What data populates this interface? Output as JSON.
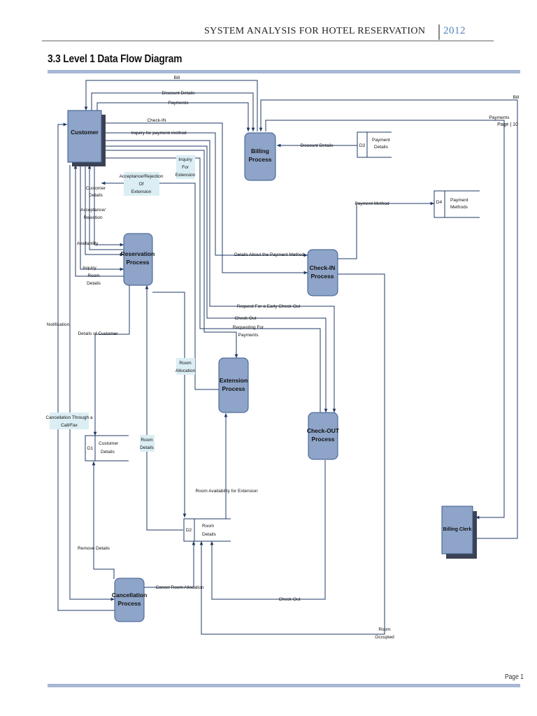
{
  "header": {
    "title": "SYSTEM ANALYSIS FOR HOTEL RESERVATION",
    "year": "2012"
  },
  "section_heading": "3.3 Level 1 Data Flow Diagram",
  "footer": {
    "page": "Page 1"
  },
  "overlap_text": "Page | 10",
  "entities": {
    "customer": "Customer",
    "billing_clerk": "Billing Clerk"
  },
  "processes": {
    "billing": [
      "Billing",
      "Process"
    ],
    "reservation": [
      "Reservation",
      "Process"
    ],
    "checkin": [
      "Check-IN",
      "Process"
    ],
    "extension": [
      "Extension",
      "Process"
    ],
    "checkout": [
      "Check-OUT",
      "Process"
    ],
    "cancellation": [
      "Cancellation",
      "Process"
    ]
  },
  "stores": {
    "d1": {
      "id": "D1",
      "name": [
        "Customer",
        "Details"
      ]
    },
    "d2": {
      "id": "D2",
      "name": [
        "Room",
        "Details"
      ]
    },
    "d3": {
      "id": "D3",
      "name": [
        "Payment",
        "Details"
      ]
    },
    "d4": {
      "id": "D4",
      "name": [
        "Payment",
        "Methods"
      ]
    }
  },
  "flows": {
    "bill_top": "Bill",
    "discount_details_top": "Discount Details",
    "payments_top": "Payments",
    "bill_right": "Bill",
    "payments_right": "Payments",
    "check_in": "Check-IN",
    "inquiry_payment_method": "Inquiry for payment method",
    "discount_details_store": "Discount Details",
    "inquiry_for_extension": [
      "Inquiry",
      "For",
      "Extension"
    ],
    "acceptance_rejection_extension": [
      "Acceptance/Rejection",
      "Of",
      "Extension"
    ],
    "customer_details": [
      "Customer",
      "Details"
    ],
    "acceptance_rejection": [
      "Acceptance/",
      "Rejection"
    ],
    "availability": "Availability",
    "inquiry": "Inquiry",
    "room_details_res": [
      "Room",
      "Details"
    ],
    "payment_method": "Payment Method",
    "details_payment_method": "Details About the Payment Method",
    "request_early_checkout": "Request For a Early Check-Out",
    "checkout_flow": "Check-Out",
    "requesting_payments": [
      "Requesting For",
      "Payments"
    ],
    "notification": "Notification",
    "details_of_customer": "Details of Customer",
    "room_allocation": [
      "Room",
      "Allocation"
    ],
    "cancellation_call_fax": [
      "Cancellation Through a",
      "Call/Fax"
    ],
    "room_details_d2": [
      "Room",
      "Details"
    ],
    "room_availability_extension": "Room Availability for Extension",
    "remove_details": "Remove Details",
    "cancel_room_allocation": "Cancel Room Allocation",
    "checkout_d2": "Check-Out",
    "room_occupied": [
      "Room",
      "Occupied"
    ]
  },
  "colors": {
    "process_fill": "#8ea4c8",
    "process_stroke": "#3a5a8c",
    "entity_shadow": "#3b4254",
    "label_highlight": "#dbeef3",
    "edge": "#1f3864",
    "rule": "#a7b7d6",
    "year": "#4f81bd"
  }
}
